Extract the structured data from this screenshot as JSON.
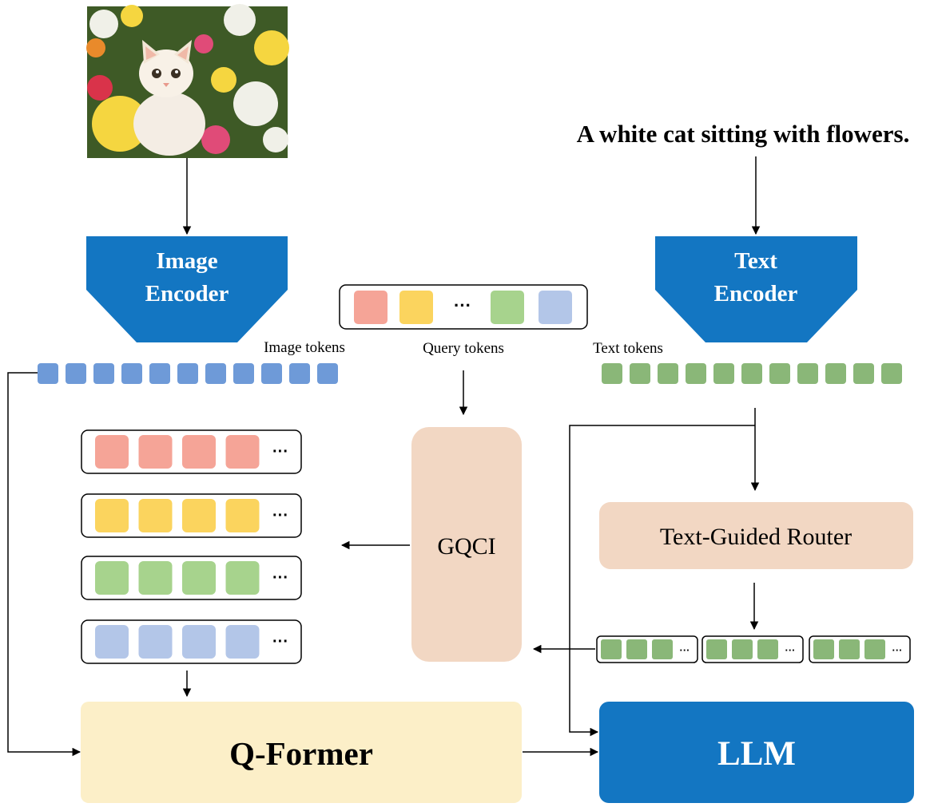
{
  "caption": "A white cat sitting with flowers.",
  "image_encoder": {
    "line1": "Image",
    "line2": "Encoder"
  },
  "text_encoder": {
    "line1": "Text",
    "line2": "Encoder"
  },
  "labels": {
    "image_tokens": "Image tokens",
    "query_tokens": "Query tokens",
    "text_tokens": "Text tokens"
  },
  "modules": {
    "gqci": "GQCI",
    "router": "Text-Guided Router",
    "qformer": "Q-Former",
    "llm": "LLM"
  },
  "ellipsis": "···",
  "colors": {
    "encoder_blue": "#1376c2",
    "llm_blue": "#1376c2",
    "image_token": "#6e9ad8",
    "text_token": "#8ab778",
    "query_red": "#f5a497",
    "query_yellow": "#fbd45e",
    "query_green": "#a7d38d",
    "query_blue": "#b3c6e8",
    "peach": "#f2d7c3",
    "qformer_fill": "#fcefc8"
  },
  "image_tokens_count": 11,
  "text_tokens_count": 11,
  "query_groups": [
    "query_red",
    "query_yellow",
    "query_green",
    "query_blue"
  ]
}
